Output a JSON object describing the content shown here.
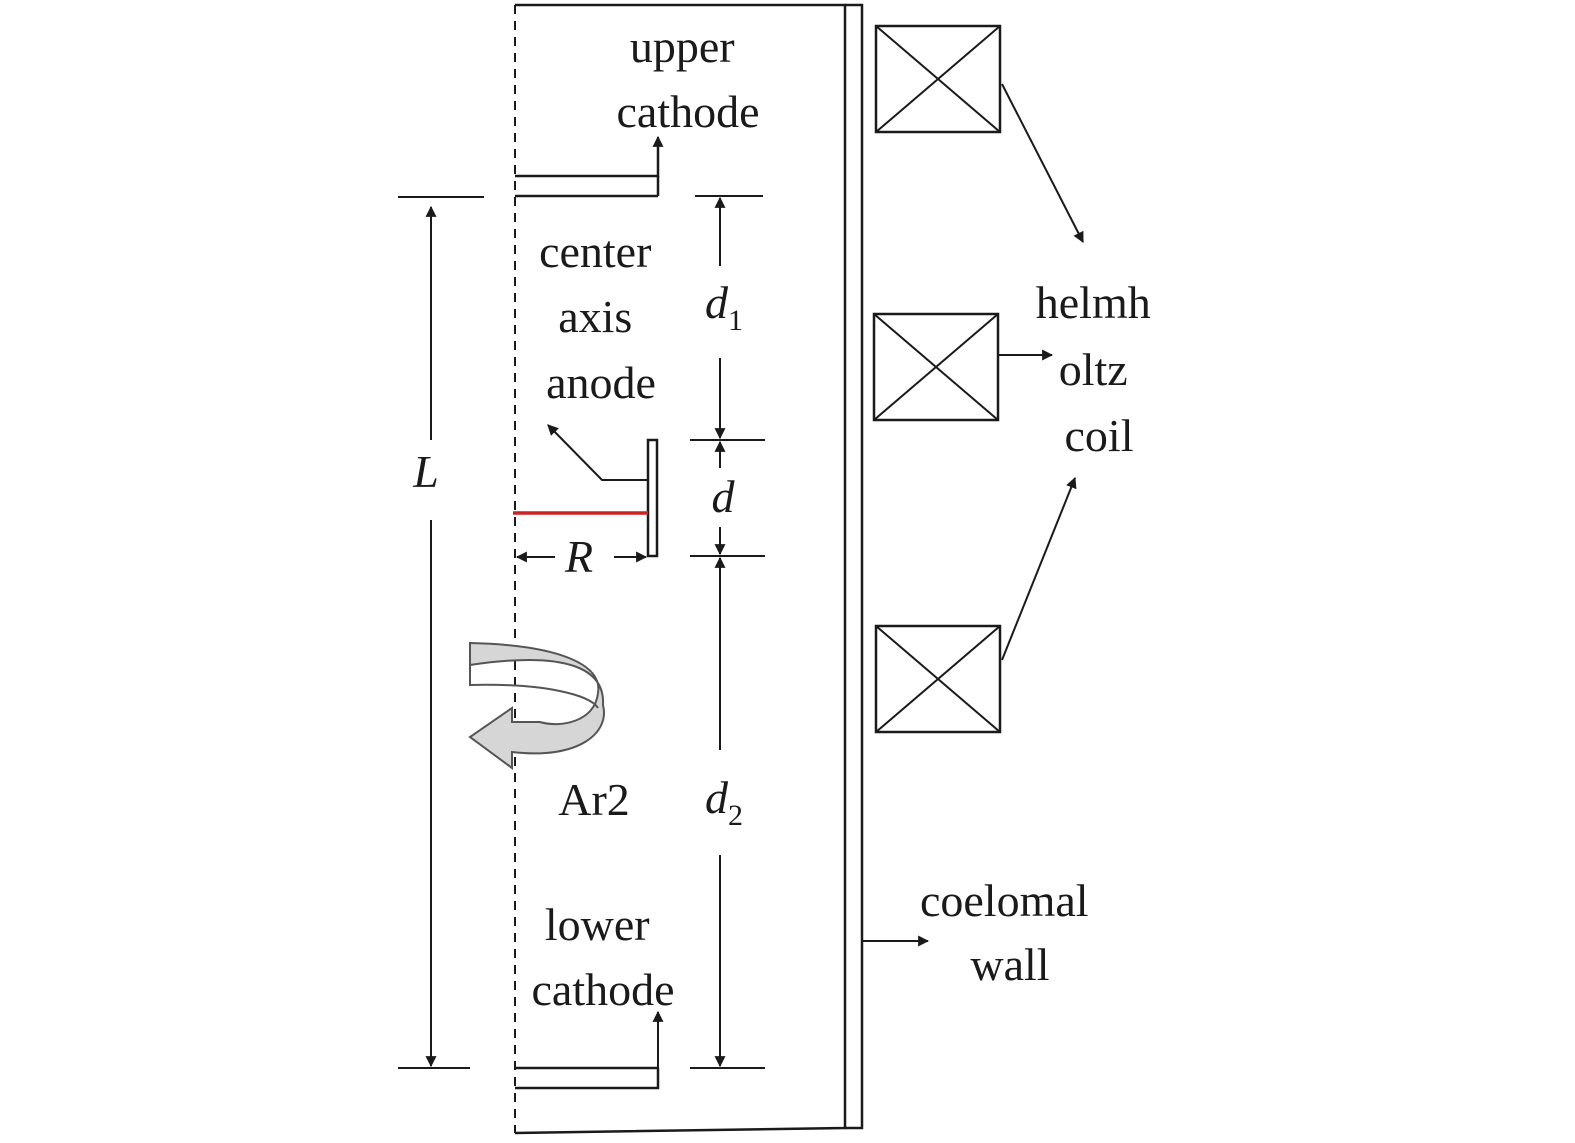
{
  "labels": {
    "upper_cathode": [
      "upper",
      "cathode"
    ],
    "lower_cathode": [
      "lower",
      "cathode"
    ],
    "center_axis_anode": [
      "center",
      "axis",
      "anode"
    ],
    "helmholtz_coil": [
      "helmh",
      "oltz",
      "coil"
    ],
    "coelomal_wall": [
      "coelomal",
      "wall"
    ],
    "rotation": "Ar2"
  },
  "dimensions": {
    "L": "L",
    "d1": {
      "base": "d",
      "sub": "1"
    },
    "d": "d",
    "d2": {
      "base": "d",
      "sub": "2"
    },
    "R": "R"
  },
  "colors": {
    "line": "#1a1a1a",
    "radius_line": "#cc2222",
    "rotation_arrow_fill": "#d6d6d6"
  },
  "icons": {
    "coil": "crossed-box-icon",
    "rotation": "curved-arrow-icon"
  }
}
